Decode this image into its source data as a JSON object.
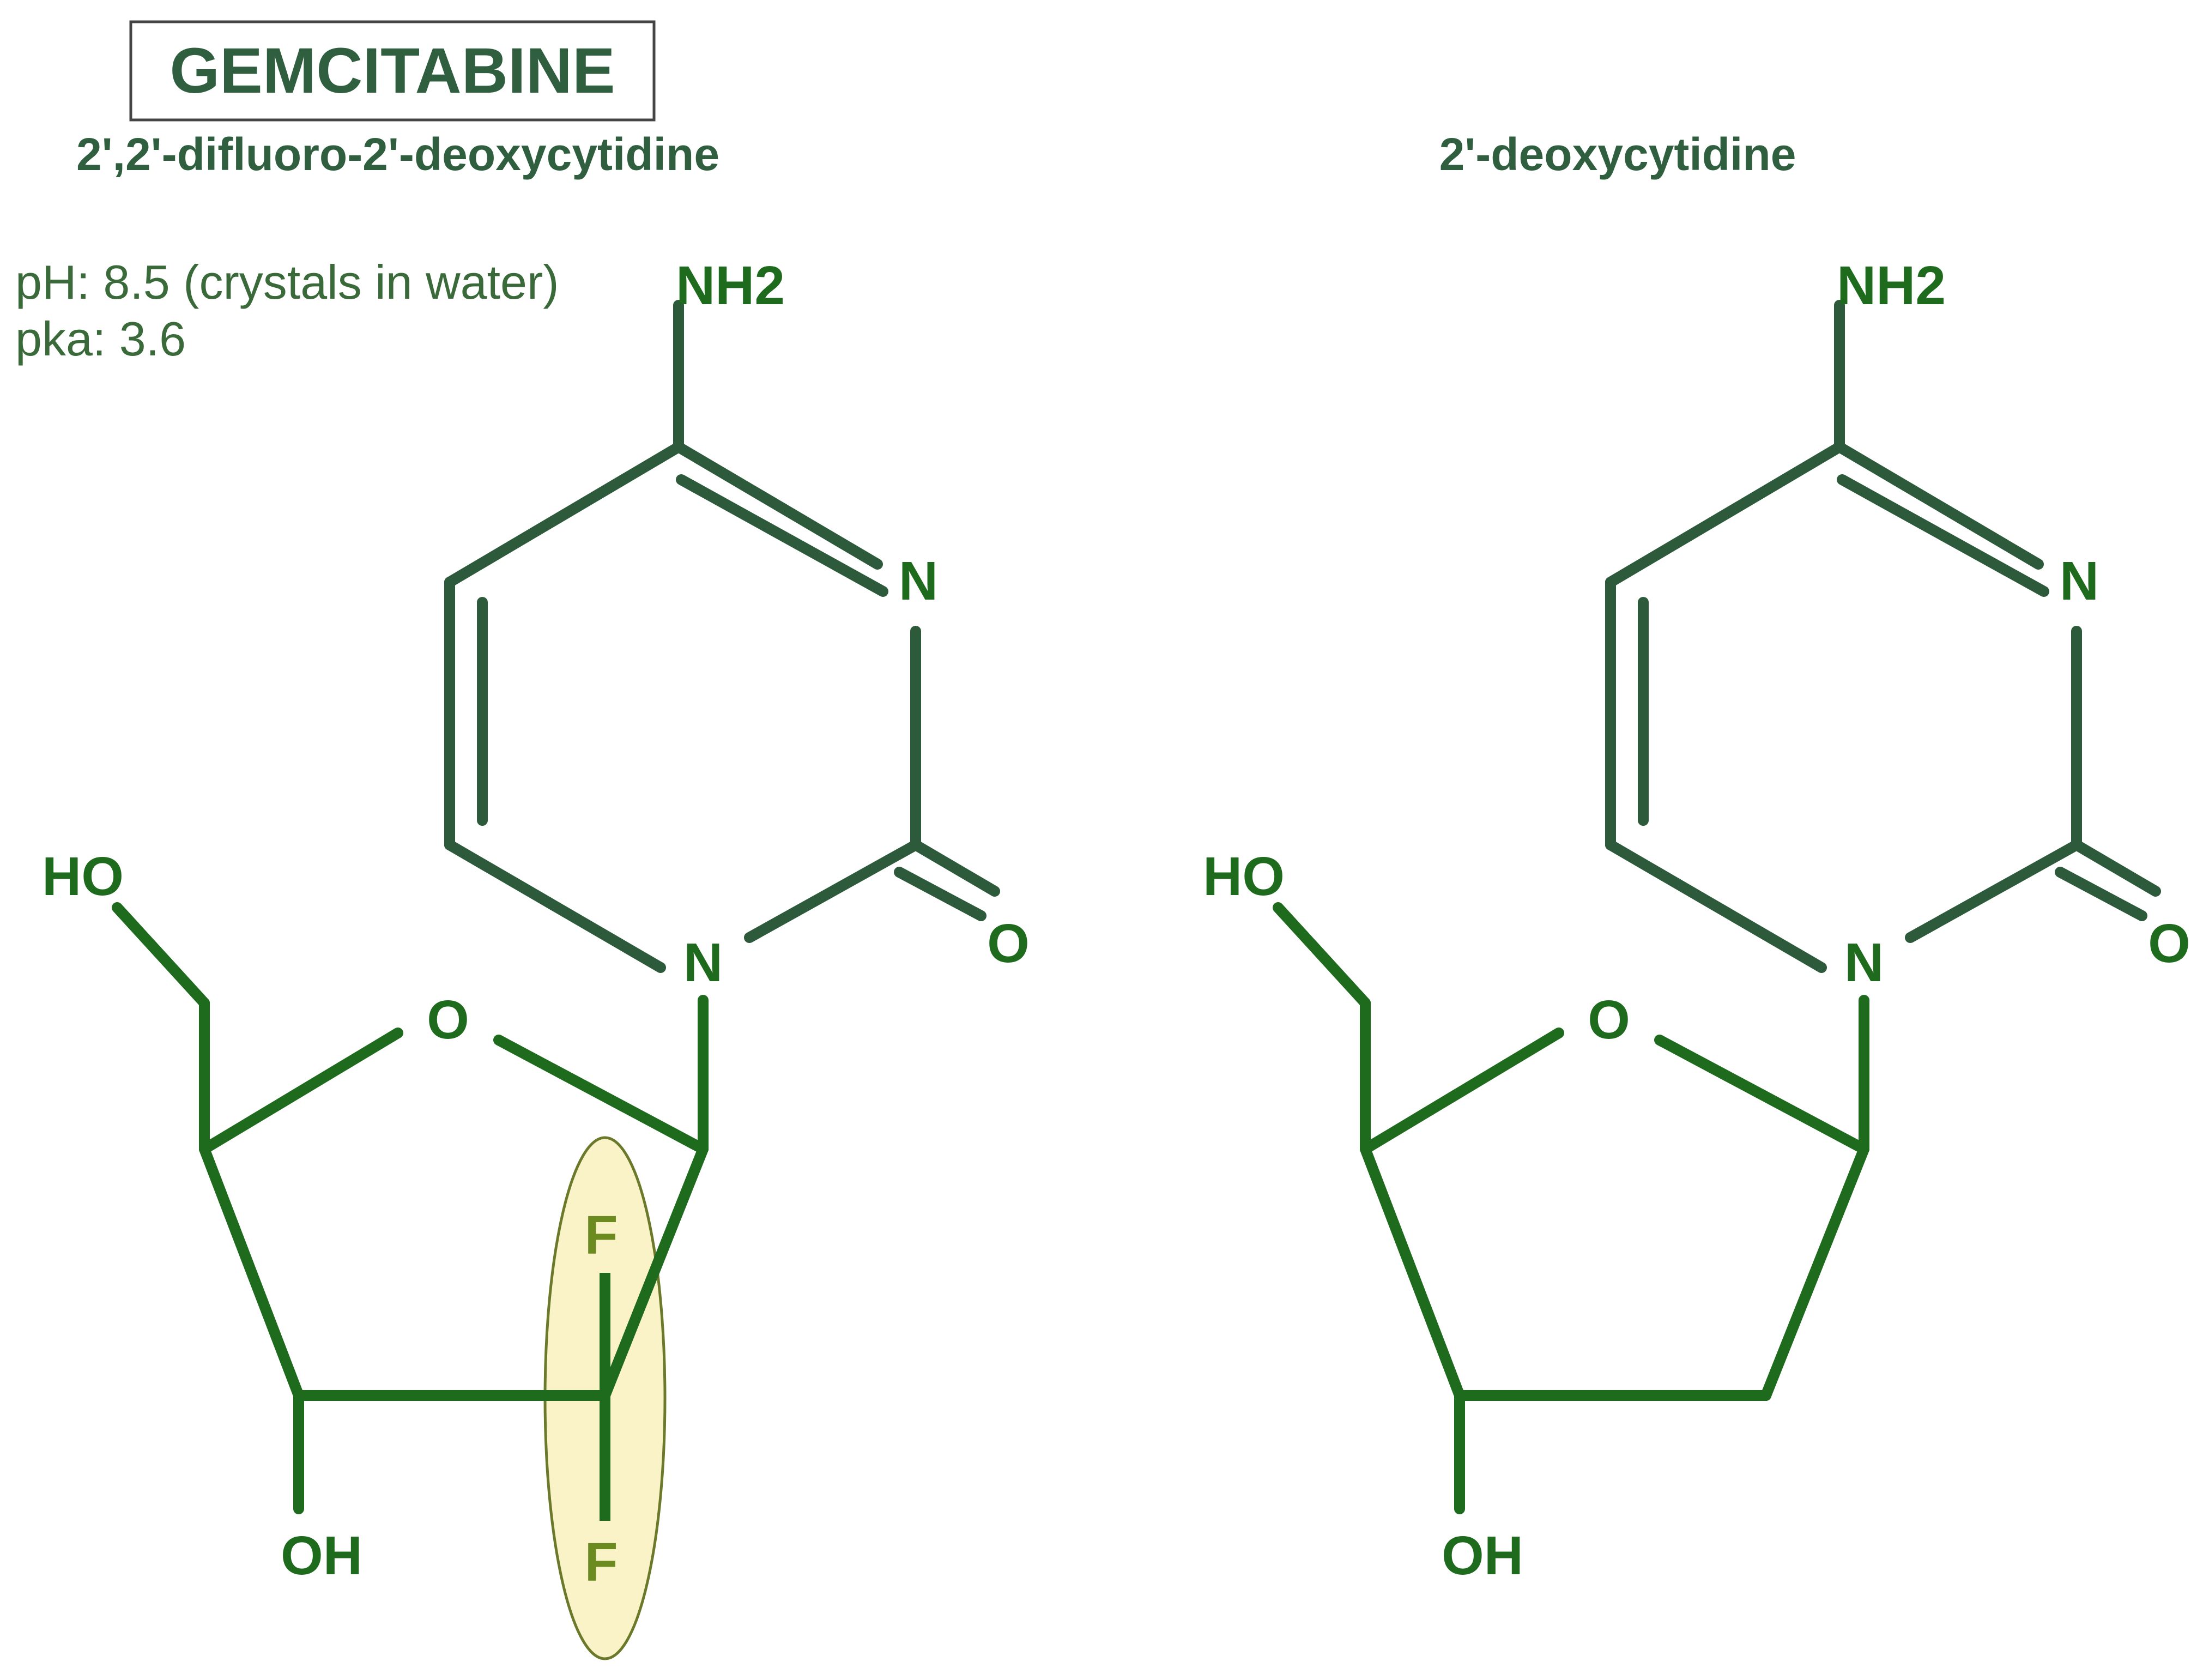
{
  "title": "GEMCITABINE",
  "left_molecule": {
    "name": "2',2'-difluoro-2'-deoxycytidine",
    "properties": [
      "pH: 8.5 (crystals in water)",
      "pka: 3.6"
    ],
    "labels": {
      "amine": "NH2",
      "ring_n": "N",
      "carbonyl_o": "O",
      "glycosidic_n": "N",
      "ring_o": "O",
      "hydroxyl_5": "HO",
      "hydroxyl_3": "OH",
      "fluorine_top": "F",
      "fluorine_bottom": "F"
    },
    "highlight_color": "#fbf3c8"
  },
  "right_molecule": {
    "name": "2'-deoxycytidine",
    "labels": {
      "amine": "NH2",
      "ring_n": "N",
      "carbonyl_o": "O",
      "glycosidic_n": "N",
      "ring_o": "O",
      "hydroxyl_5": "HO",
      "hydroxyl_3": "OH"
    }
  },
  "colors": {
    "bond": "#1e6b1e",
    "bond_base": "#2c5a3a",
    "text": "#2f5f3f"
  }
}
